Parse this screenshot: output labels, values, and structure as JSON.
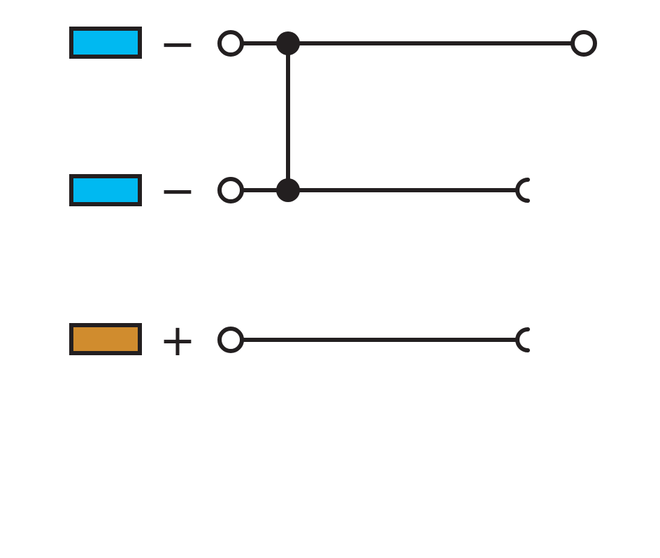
{
  "colors": {
    "wire": "#231f20",
    "blue": "#00b9f1",
    "orange": "#d08c2e"
  },
  "rows": [
    {
      "polarity": "−",
      "color": "#00b9f1",
      "end": "terminal"
    },
    {
      "polarity": "−",
      "color": "#00b9f1",
      "end": "socket"
    },
    {
      "polarity": "+",
      "color": "#d08c2e",
      "end": "socket"
    }
  ]
}
